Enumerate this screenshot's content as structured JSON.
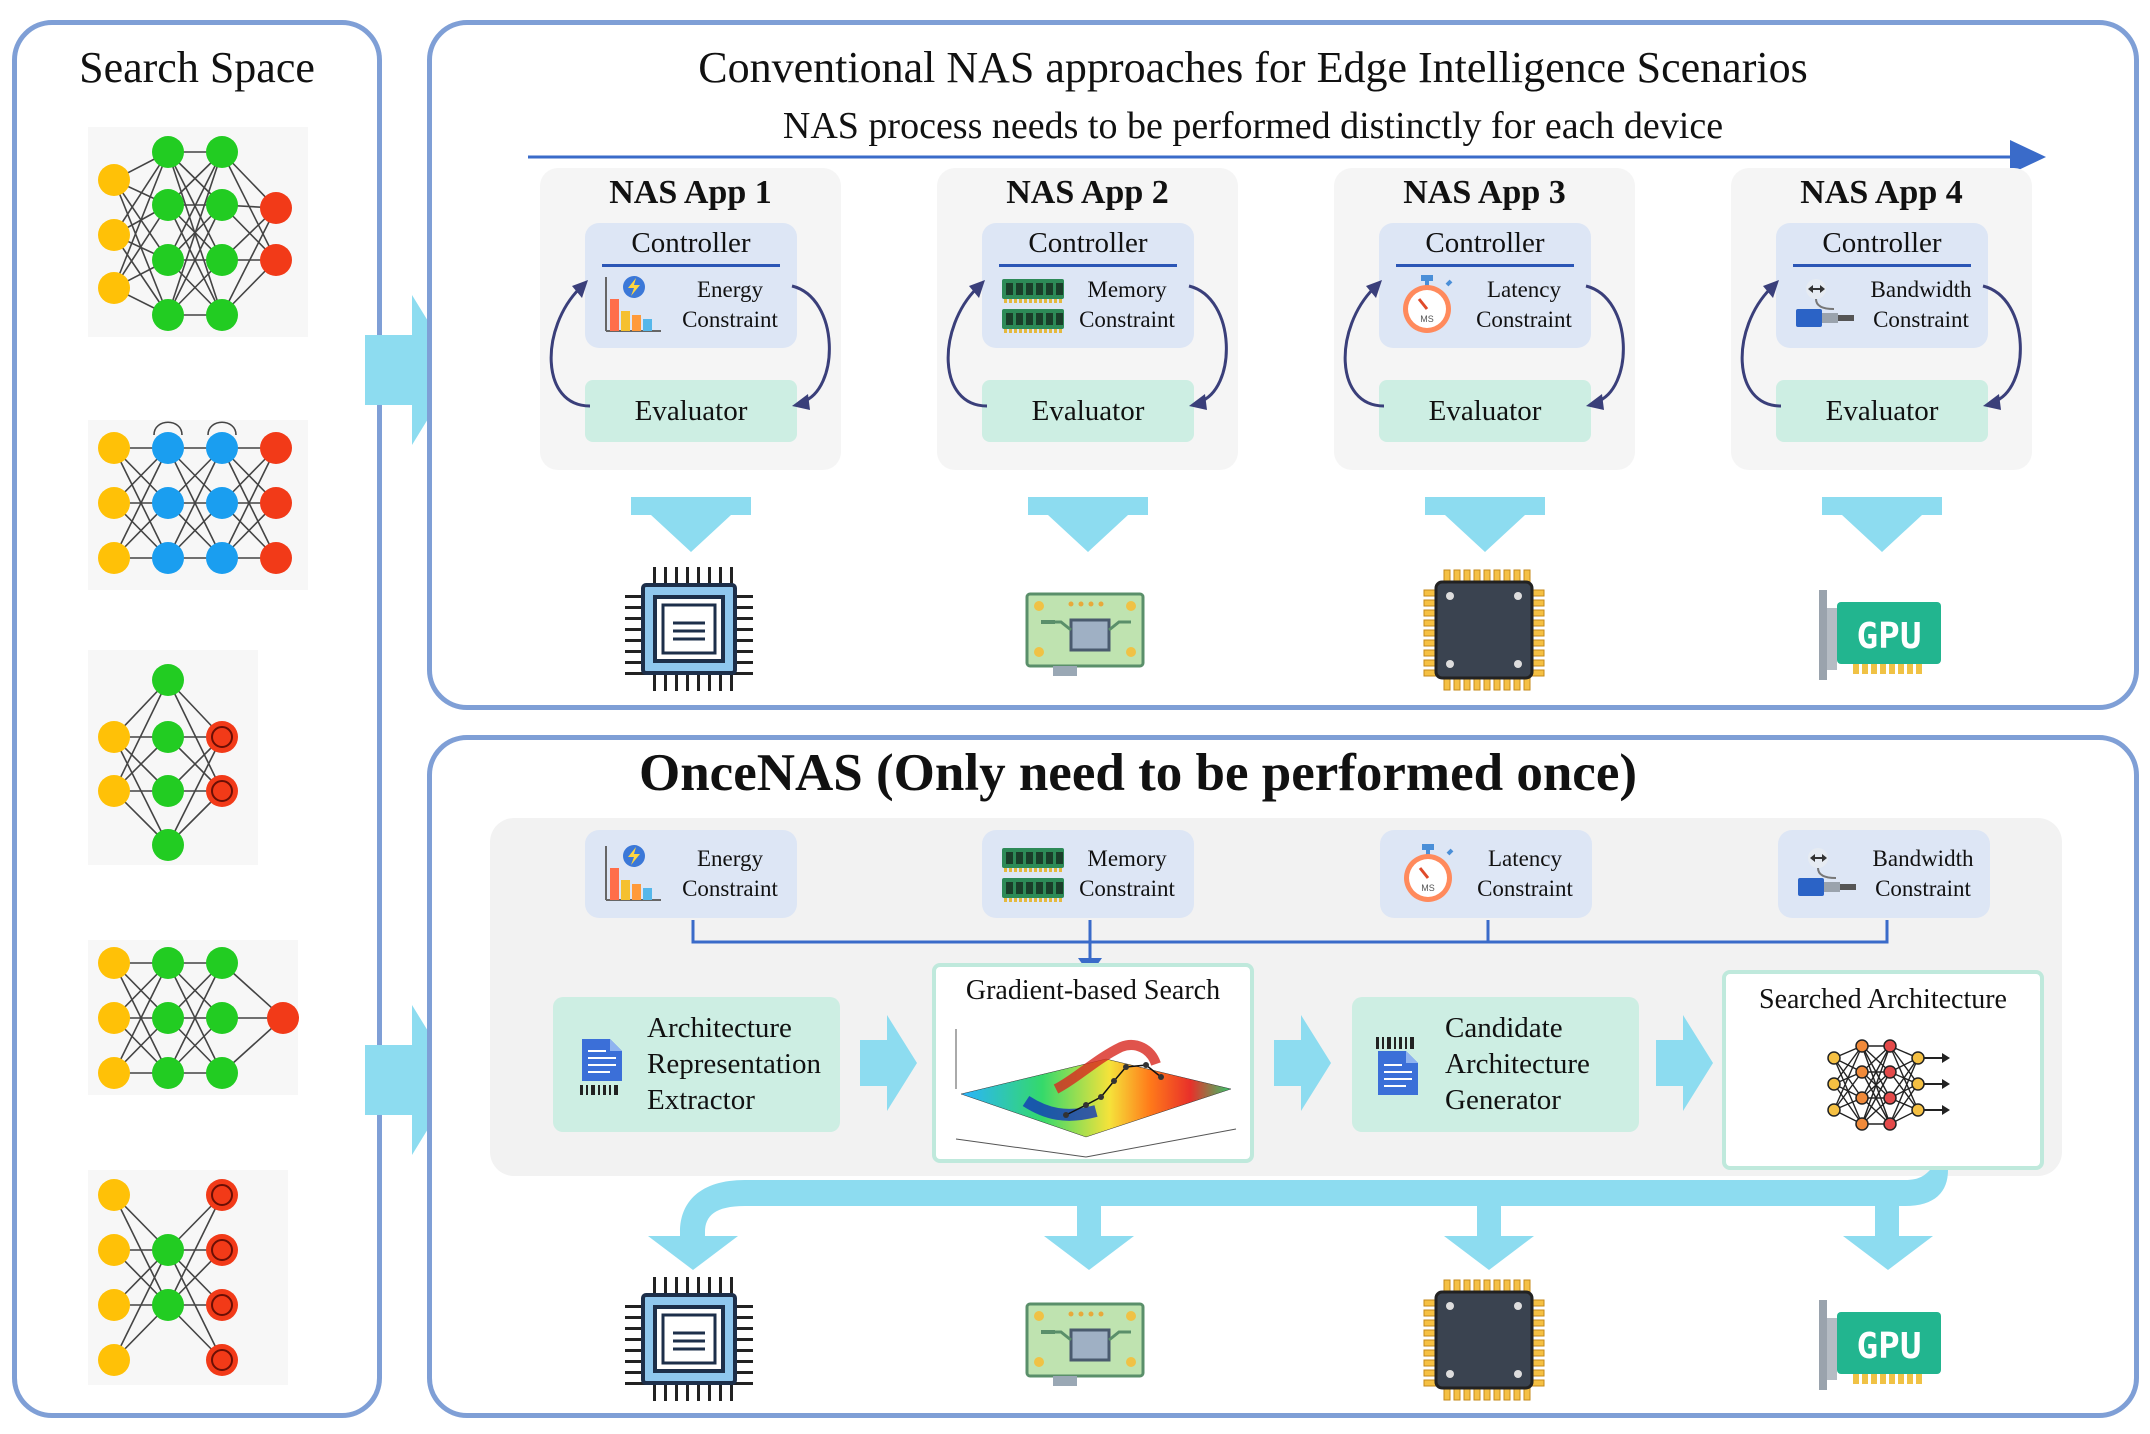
{
  "search_space": {
    "title": "Search Space"
  },
  "conventional": {
    "title": "Conventional NAS approaches for Edge Intelligence Scenarios",
    "subtitle": "NAS process needs to be performed distinctly for each device",
    "apps": [
      {
        "title": "NAS App 1",
        "controller": "Controller",
        "constraint_line1": "Energy",
        "constraint_line2": "Constraint",
        "constraint_icon": "energy-chart-icon",
        "evaluator": "Evaluator",
        "device_icon": "cpu-chip-icon"
      },
      {
        "title": "NAS App 2",
        "controller": "Controller",
        "constraint_line1": "Memory",
        "constraint_line2": "Constraint",
        "constraint_icon": "memory-ram-icon",
        "evaluator": "Evaluator",
        "device_icon": "circuit-board-icon"
      },
      {
        "title": "NAS App 3",
        "controller": "Controller",
        "constraint_line1": "Latency",
        "constraint_line2": "Constraint",
        "constraint_icon": "stopwatch-icon",
        "evaluator": "Evaluator",
        "device_icon": "processor-chip-icon"
      },
      {
        "title": "NAS App 4",
        "controller": "Controller",
        "constraint_line1": "Bandwidth",
        "constraint_line2": "Constraint",
        "constraint_icon": "network-cable-icon",
        "evaluator": "Evaluator",
        "device_icon": "gpu-card-icon"
      }
    ]
  },
  "oncenas": {
    "title": "OnceNAS (Only need to be performed once)",
    "constraints": [
      {
        "line1": "Energy",
        "line2": "Constraint"
      },
      {
        "line1": "Memory",
        "line2": "Constraint"
      },
      {
        "line1": "Latency",
        "line2": "Constraint"
      },
      {
        "line1": "Bandwidth",
        "line2": "Constraint"
      }
    ],
    "extractor": {
      "line1": "Architecture",
      "line2": "Representation",
      "line3": "Extractor"
    },
    "search": {
      "title": "Gradient-based Search"
    },
    "generator": {
      "line1": "Candidate",
      "line2": "Architecture",
      "line3": "Generator"
    },
    "searched": {
      "title": "Searched Architecture"
    },
    "gpu_label": "GPU"
  },
  "colors": {
    "panel_border": "#7f9fd6",
    "arrow_light_blue": "#8ddcf0",
    "controller_bg": "#dde6f5",
    "evaluator_bg": "#cdeee3",
    "node_yellow": "#ffc107",
    "node_green": "#22cc22",
    "node_blue": "#1a9ef0",
    "node_red": "#f23a18"
  }
}
